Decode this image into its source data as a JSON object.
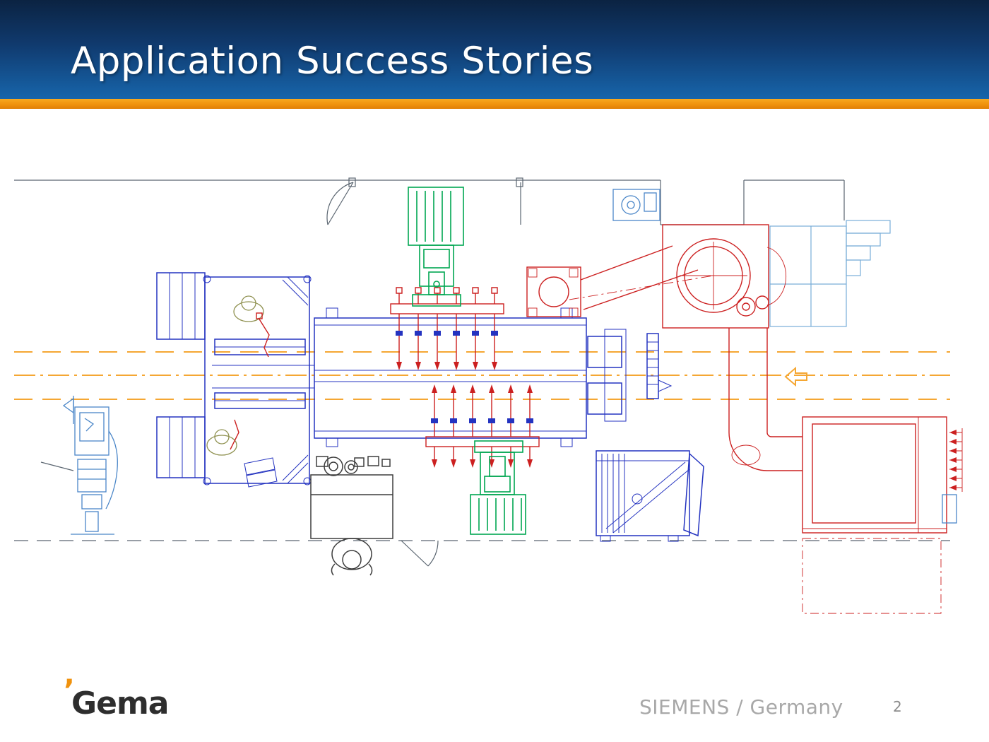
{
  "header": {
    "title": "Application Success Stories"
  },
  "footer": {
    "logo_mark": "’",
    "logo_text": "Gema",
    "caption": "SIEMENS / Germany",
    "page_number": "2"
  },
  "colors": {
    "header-top": "#0b2342",
    "header-mid": "#103a6e",
    "header-bottom": "#1765ab",
    "accent-orange": "#f0920d",
    "drawing-blue": "#2433c0",
    "drawing-cyan": "#79add8",
    "drawing-medblue": "#4a86c8",
    "drawing-green": "#00a651",
    "drawing-red": "#cc2020",
    "drawing-gray": "#5a6570",
    "conveyor-orange": "#f5a733",
    "person-olive": "#8f9150",
    "text-gray": "#a8a8a8"
  }
}
